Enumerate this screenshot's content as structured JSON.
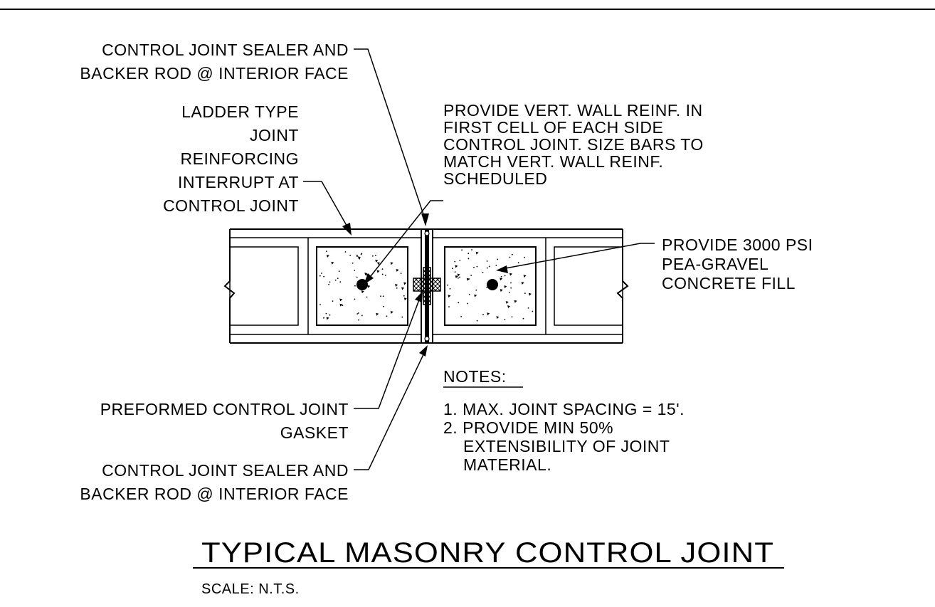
{
  "labels": {
    "sealer_top": [
      "CONTROL JOINT SEALER AND",
      "BACKER ROD @ INTERIOR FACE"
    ],
    "ladder": [
      "LADDER TYPE",
      "JOINT",
      "REINFORCING",
      "INTERRUPT AT",
      "CONTROL JOINT"
    ],
    "vert_reinf": [
      "PROVIDE VERT. WALL REINF. IN",
      "FIRST CELL OF EACH SIDE",
      "CONTROL JOINT. SIZE BARS TO",
      "MATCH VERT. WALL REINF.",
      "SCHEDULED"
    ],
    "concrete_fill": [
      "PROVIDE 3000 PSI",
      "PEA-GRAVEL",
      "CONCRETE FILL"
    ],
    "gasket": [
      "PREFORMED CONTROL JOINT",
      "GASKET"
    ],
    "sealer_bottom": [
      "CONTROL JOINT SEALER AND",
      "BACKER ROD @ INTERIOR FACE"
    ]
  },
  "notes": {
    "heading": "NOTES:",
    "items": [
      "1. MAX. JOINT SPACING = 15'.",
      "2. PROVIDE MIN 50%",
      "EXTENSIBILITY OF JOINT",
      "MATERIAL."
    ]
  },
  "title": "TYPICAL MASONRY CONTROL JOINT",
  "scale": "SCALE: N.T.S."
}
